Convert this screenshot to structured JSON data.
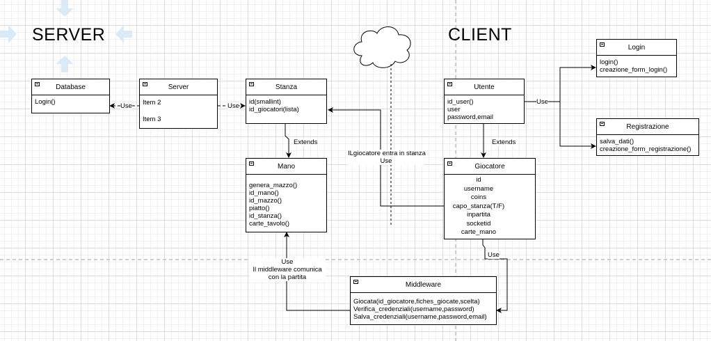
{
  "titles": {
    "server": "SERVER",
    "client": "CLIENT"
  },
  "boxes": {
    "database": {
      "title": "Database",
      "items": [
        "Login()"
      ]
    },
    "server": {
      "title": "Server",
      "items": [
        "Item 2",
        "Item 3"
      ]
    },
    "stanza": {
      "title": "Stanza",
      "items": [
        "id(smallint)",
        "id_giocatori(lista)"
      ]
    },
    "mano": {
      "title": "Mano",
      "items": [
        "genera_mazzo()",
        "id_mano()",
        "id_mazzo()",
        "piatto()",
        "id_stanza()",
        "carte_tavolo()"
      ]
    },
    "utente": {
      "title": "Utente",
      "items": [
        "id_user()",
        "user",
        "password,email"
      ]
    },
    "giocatore": {
      "title": "Giocatore",
      "items": [
        "id",
        "username",
        "coins",
        "capo_stanza(T/F)",
        "inpartita",
        "socketid",
        "carte_mano"
      ]
    },
    "login": {
      "title": "Login",
      "items": [
        "login()",
        "creazione_form_login()"
      ]
    },
    "registrazione": {
      "title": "Registrazione",
      "items": [
        "salva_dati()",
        "creazione_form_registrazione()"
      ]
    },
    "middleware": {
      "title": "Middleware",
      "items": [
        "Giocata(id_giocatore,fiches_giocate,scelta)",
        "Verifica_credenziali(username,password)",
        "Salva_credenziali(username,password,email)"
      ]
    }
  },
  "labels": {
    "use_server_db": "Use",
    "use_server_stanza": "Use",
    "extends_stanza_mano": "Extends",
    "extends_utente_giocatore": "Extends",
    "use_utente": "Use",
    "giocatore_stanza_line1": "ILgiocatore entra in stanza",
    "giocatore_stanza_line2": "Use",
    "use_giocatore_middleware": "Use",
    "middleware_mano_line1": "Use",
    "middleware_mano_line2": "Il middleware comunica",
    "middleware_mano_line3": "con la partita"
  }
}
